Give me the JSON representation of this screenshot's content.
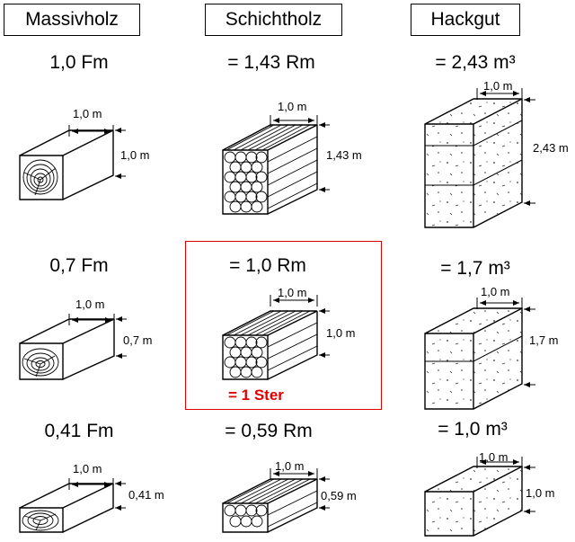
{
  "headers": [
    "Massivholz",
    "Schichtholz",
    "Hackgut"
  ],
  "rows": [
    {
      "massiv": {
        "volume": "1,0 Fm",
        "width": "1,0 m",
        "height": "1,0 m"
      },
      "schicht": {
        "volume": "= 1,43 Rm",
        "width": "1,0 m",
        "height": "1,43 m"
      },
      "hack": {
        "volume": "= 2,43 m³",
        "width": "1,0 m",
        "height": "2,43 m"
      }
    },
    {
      "massiv": {
        "volume": "0,7 Fm",
        "width": "1,0 m",
        "height": "0,7 m"
      },
      "schicht": {
        "volume": "= 1,0 Rm",
        "width": "1,0 m",
        "height": "1,0 m",
        "note": "= 1 Ster"
      },
      "hack": {
        "volume": "= 1,7 m³",
        "width": "1,0 m",
        "height": "1,7 m"
      }
    },
    {
      "massiv": {
        "volume": "0,41 Fm",
        "width": "1,0 m",
        "height": "0,41 m"
      },
      "schicht": {
        "volume": "= 0,59 Rm",
        "width": "1,0 m",
        "height": "0,59 m"
      },
      "hack": {
        "volume": "= 1,0 m³",
        "width": "1,0 m",
        "height": "1,0 m"
      }
    }
  ],
  "colors": {
    "highlight": "#e00000",
    "line": "#000000"
  }
}
